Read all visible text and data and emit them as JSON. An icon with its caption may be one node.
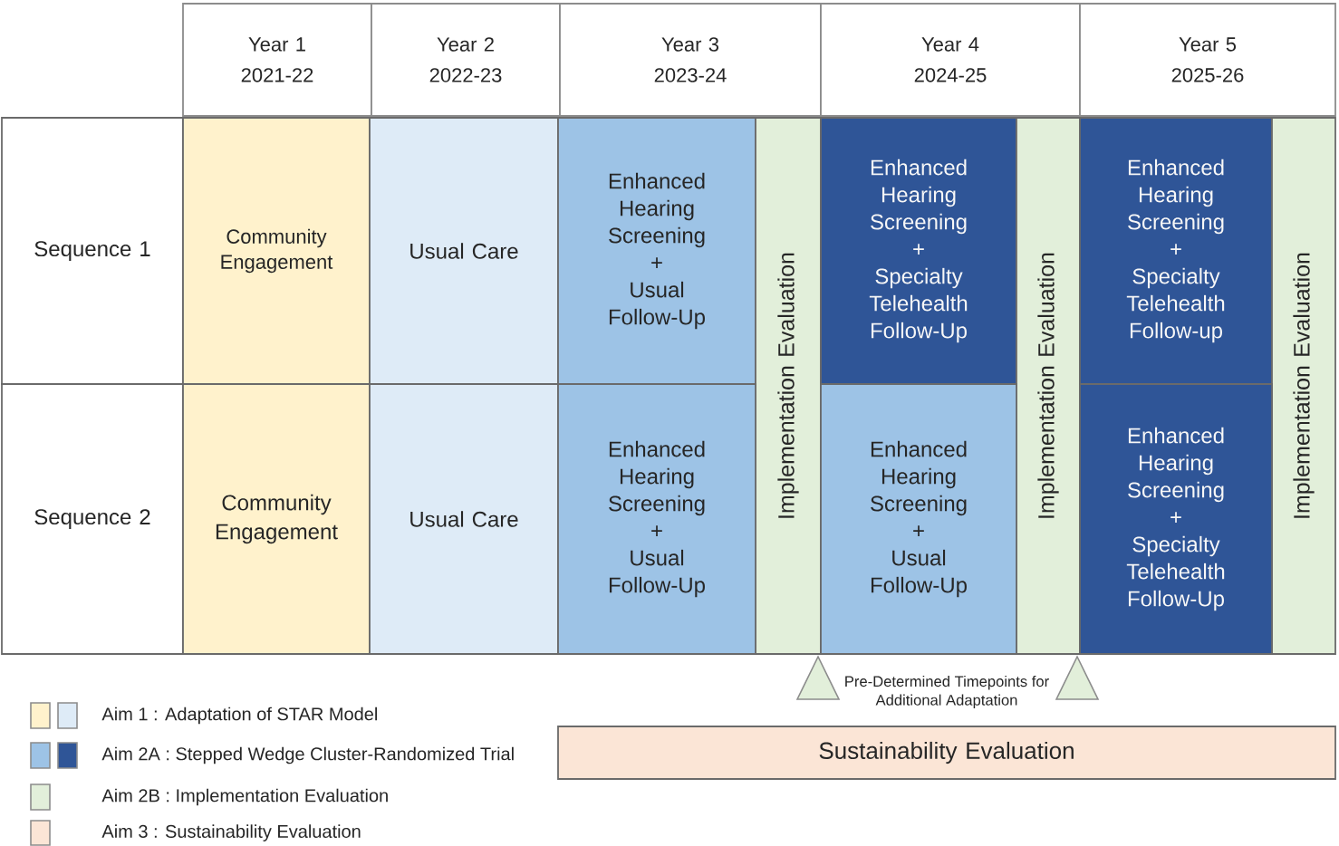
{
  "diagram": {
    "nodes": [
      {
        "text": [
          "Year 1",
          "2021-22"
        ]
      },
      {
        "text": [
          "Year 2",
          "2022-23"
        ]
      },
      {
        "text": [
          "Year 3",
          "2023-24"
        ]
      },
      {
        "text": [
          "Year 4",
          "2024-25"
        ]
      },
      {
        "text": [
          "Year 5",
          "2025-26"
        ]
      },
      {
        "text": [
          "Sequence 1"
        ]
      },
      {
        "text": [
          "Community Engagement"
        ]
      },
      {
        "text": [
          "Usual Care"
        ]
      },
      {
        "text": [
          "Enhanced Hearing Screening + Usual Follow-Up"
        ]
      },
      {
        "text": [
          "Implementation Evaluation"
        ]
      },
      {
        "text": [
          "Enhanced Hearing Screening + Specialty Telehealth Follow-Up"
        ]
      },
      {
        "text": [
          "Implementation Evaluation"
        ]
      },
      {
        "text": [
          "Enhanced Hearing Screening + Specialty Telehealth Follow-up"
        ]
      },
      {
        "text": [
          "Implementation Evaluation"
        ]
      },
      {
        "text": [
          "Sequence 2"
        ]
      },
      {
        "text": [
          "Community Engagement"
        ]
      },
      {
        "text": [
          "Usual Care"
        ]
      },
      {
        "text": [
          "Enhanced Hearing Screening + Usual Follow-Up"
        ]
      },
      {
        "text": [
          "Enhanced Hearing Screening + Usual Follow-Up"
        ]
      },
      {
        "text": [
          "Enhanced Hearing Screening + Specialty Telehealth Follow-Up"
        ]
      },
      {
        "text": [
          "Sustainability Evaluation"
        ]
      }
    ],
    "labels": [
      "Pre-Determined Timepoints for Additional Adaptation"
    ],
    "legend": [
      {
        "text": "Aim 1 : Adaptation of STAR Model",
        "color": "#fff2cc"
      },
      {
        "text": "Aim 2A : Stepped Wedge Cluster-Randomized Trial",
        "color": "#9dc3e6"
      },
      {
        "text": "Aim 2B : Implementation Evaluation",
        "color": "#e2efda"
      },
      {
        "text": "Aim 3 : Sustainability Evaluation",
        "color": "#fbe5d6"
      }
    ]
  }
}
